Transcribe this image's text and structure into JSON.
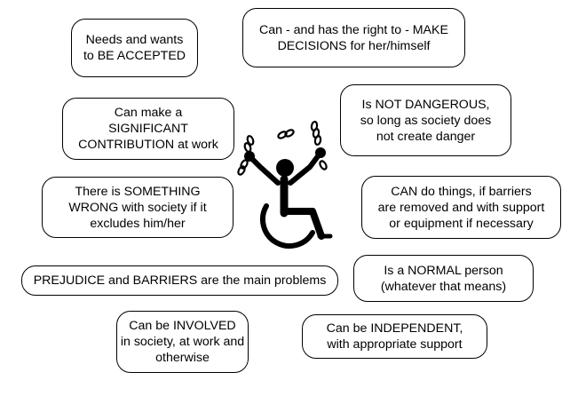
{
  "bubbles": [
    {
      "id": "accepted",
      "lines": [
        "Needs and wants",
        "to BE ACCEPTED"
      ]
    },
    {
      "id": "decisions",
      "lines": [
        "Can - and has the right to - MAKE",
        "DECISIONS for her/himself"
      ]
    },
    {
      "id": "not-dangerous",
      "lines": [
        "Is NOT DANGEROUS,",
        "so long as society does",
        "not create danger"
      ]
    },
    {
      "id": "contribution",
      "lines": [
        "Can make a",
        "SIGNIFICANT",
        "CONTRIBUTION at work"
      ]
    },
    {
      "id": "society-wrong",
      "lines": [
        "There is SOMETHING",
        "WRONG with society if it",
        "excludes him/her"
      ]
    },
    {
      "id": "can-do",
      "lines": [
        "CAN do things, if barriers",
        "are removed and with support",
        "or equipment if necessary"
      ]
    },
    {
      "id": "prejudice",
      "lines": [
        "PREJUDICE and BARRIERS are the main problems"
      ]
    },
    {
      "id": "normal",
      "lines": [
        "Is a NORMAL person",
        "(whatever that means)"
      ]
    },
    {
      "id": "involved",
      "lines": [
        "Can be INVOLVED",
        "in society, at work and",
        "otherwise"
      ]
    },
    {
      "id": "independent",
      "lines": [
        "Can be INDEPENDENT,",
        "with appropriate support"
      ]
    }
  ],
  "figure": {
    "icon": "wheelchair-user-breaking-chains-icon",
    "color": "#000000"
  }
}
